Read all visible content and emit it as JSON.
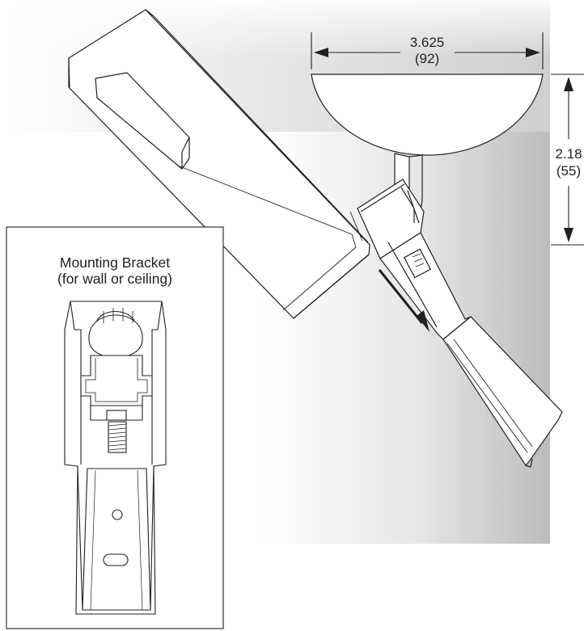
{
  "figure": {
    "width_dimension": {
      "value": "3.625",
      "metric": "(92)"
    },
    "height_dimension": {
      "value": "2.18",
      "metric": "(55)"
    },
    "inset": {
      "title_line1": "Mounting Bracket",
      "title_line2": "(for wall or ceiling)"
    },
    "colors": {
      "line": "#231f20",
      "wall_shade": "#c8c8ca",
      "ceiling_shade": "#dcdcde",
      "white": "#ffffff"
    }
  }
}
